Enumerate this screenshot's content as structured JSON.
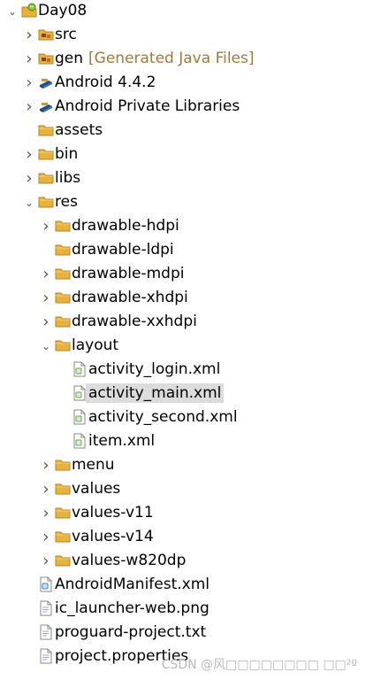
{
  "project_explorer": {
    "items": [
      {
        "label": "Day08",
        "decoration": "",
        "icon": "android-project-icon",
        "expanded": true,
        "has_toggle": true,
        "depth": 0,
        "selected": false
      },
      {
        "label": "src",
        "decoration": "",
        "icon": "source-folder-icon",
        "expanded": false,
        "has_toggle": true,
        "depth": 1,
        "selected": false
      },
      {
        "label": "gen",
        "decoration": "[Generated Java Files]",
        "icon": "source-folder-icon",
        "expanded": false,
        "has_toggle": true,
        "depth": 1,
        "selected": false
      },
      {
        "label": "Android 4.4.2",
        "decoration": "",
        "icon": "library-icon",
        "expanded": false,
        "has_toggle": true,
        "depth": 1,
        "selected": false
      },
      {
        "label": "Android Private Libraries",
        "decoration": "",
        "icon": "library-icon",
        "expanded": false,
        "has_toggle": true,
        "depth": 1,
        "selected": false
      },
      {
        "label": "assets",
        "decoration": "",
        "icon": "folder-icon",
        "expanded": false,
        "has_toggle": false,
        "depth": 1,
        "selected": false
      },
      {
        "label": "bin",
        "decoration": "",
        "icon": "folder-icon",
        "expanded": false,
        "has_toggle": true,
        "depth": 1,
        "selected": false
      },
      {
        "label": "libs",
        "decoration": "",
        "icon": "folder-icon",
        "expanded": false,
        "has_toggle": true,
        "depth": 1,
        "selected": false
      },
      {
        "label": "res",
        "decoration": "",
        "icon": "folder-icon",
        "expanded": true,
        "has_toggle": true,
        "depth": 1,
        "selected": false
      },
      {
        "label": "drawable-hdpi",
        "decoration": "",
        "icon": "folder-icon",
        "expanded": false,
        "has_toggle": true,
        "depth": 2,
        "selected": false
      },
      {
        "label": "drawable-ldpi",
        "decoration": "",
        "icon": "folder-icon",
        "expanded": false,
        "has_toggle": false,
        "depth": 2,
        "selected": false
      },
      {
        "label": "drawable-mdpi",
        "decoration": "",
        "icon": "folder-icon",
        "expanded": false,
        "has_toggle": true,
        "depth": 2,
        "selected": false
      },
      {
        "label": "drawable-xhdpi",
        "decoration": "",
        "icon": "folder-icon",
        "expanded": false,
        "has_toggle": true,
        "depth": 2,
        "selected": false
      },
      {
        "label": "drawable-xxhdpi",
        "decoration": "",
        "icon": "folder-icon",
        "expanded": false,
        "has_toggle": true,
        "depth": 2,
        "selected": false
      },
      {
        "label": "layout",
        "decoration": "",
        "icon": "folder-icon",
        "expanded": true,
        "has_toggle": true,
        "depth": 2,
        "selected": false
      },
      {
        "label": "activity_login.xml",
        "decoration": "",
        "icon": "xml-file-icon",
        "expanded": false,
        "has_toggle": false,
        "depth": 3,
        "selected": false
      },
      {
        "label": "activity_main.xml",
        "decoration": "",
        "icon": "xml-file-icon",
        "expanded": false,
        "has_toggle": false,
        "depth": 3,
        "selected": true
      },
      {
        "label": "activity_second.xml",
        "decoration": "",
        "icon": "xml-file-icon",
        "expanded": false,
        "has_toggle": false,
        "depth": 3,
        "selected": false
      },
      {
        "label": "item.xml",
        "decoration": "",
        "icon": "xml-file-icon",
        "expanded": false,
        "has_toggle": false,
        "depth": 3,
        "selected": false
      },
      {
        "label": "menu",
        "decoration": "",
        "icon": "folder-icon",
        "expanded": false,
        "has_toggle": true,
        "depth": 2,
        "selected": false
      },
      {
        "label": "values",
        "decoration": "",
        "icon": "folder-icon",
        "expanded": false,
        "has_toggle": true,
        "depth": 2,
        "selected": false
      },
      {
        "label": "values-v11",
        "decoration": "",
        "icon": "folder-icon",
        "expanded": false,
        "has_toggle": true,
        "depth": 2,
        "selected": false
      },
      {
        "label": "values-v14",
        "decoration": "",
        "icon": "folder-icon",
        "expanded": false,
        "has_toggle": true,
        "depth": 2,
        "selected": false
      },
      {
        "label": "values-w820dp",
        "decoration": "",
        "icon": "folder-icon",
        "expanded": false,
        "has_toggle": true,
        "depth": 2,
        "selected": false
      },
      {
        "label": "AndroidManifest.xml",
        "decoration": "",
        "icon": "manifest-file-icon",
        "expanded": false,
        "has_toggle": false,
        "depth": 1,
        "selected": false
      },
      {
        "label": "ic_launcher-web.png",
        "decoration": "",
        "icon": "file-icon",
        "expanded": false,
        "has_toggle": false,
        "depth": 1,
        "selected": false
      },
      {
        "label": "proguard-project.txt",
        "decoration": "",
        "icon": "file-icon",
        "expanded": false,
        "has_toggle": false,
        "depth": 1,
        "selected": false
      },
      {
        "label": "project.properties",
        "decoration": "",
        "icon": "file-icon",
        "expanded": false,
        "has_toggle": false,
        "depth": 1,
        "selected": false
      }
    ]
  },
  "watermark": "CSDN @风□□□□□□□□ □□²º",
  "colors": {
    "folder": "#e8b23a",
    "folder_dark": "#b5842a",
    "library": "#1d4f8a",
    "decoration": "#a07a3b",
    "selection": "#dcdcdc",
    "arrow": "#555555"
  }
}
